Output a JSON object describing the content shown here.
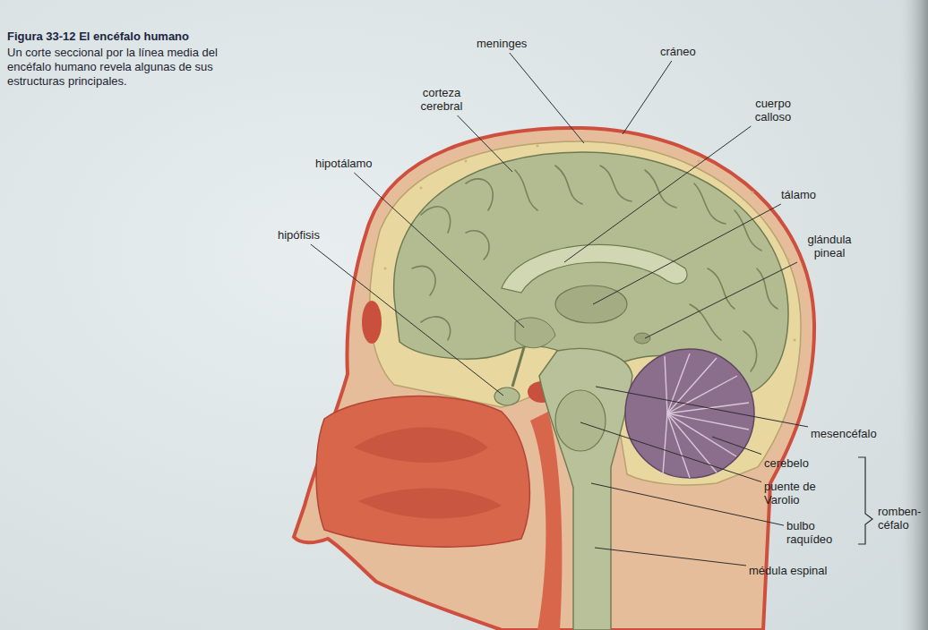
{
  "diagram": {
    "title": "Figura 33-12 El encéfalo humano",
    "caption": "Un corte seccional por la línea media del encéfalo humano revela algunas de sus estructuras principales.",
    "labels": [
      "meninges",
      "cráneo",
      "corteza cerebral",
      "cuerpo calloso",
      "hipotálamo",
      "tálamo",
      "glándula pineal",
      "hipófisis",
      "mesencéfalo",
      "cerebelo",
      "puente de Varolio",
      "bulbo raquídeo",
      "médula espinal",
      "romben- céfalo"
    ]
  }
}
